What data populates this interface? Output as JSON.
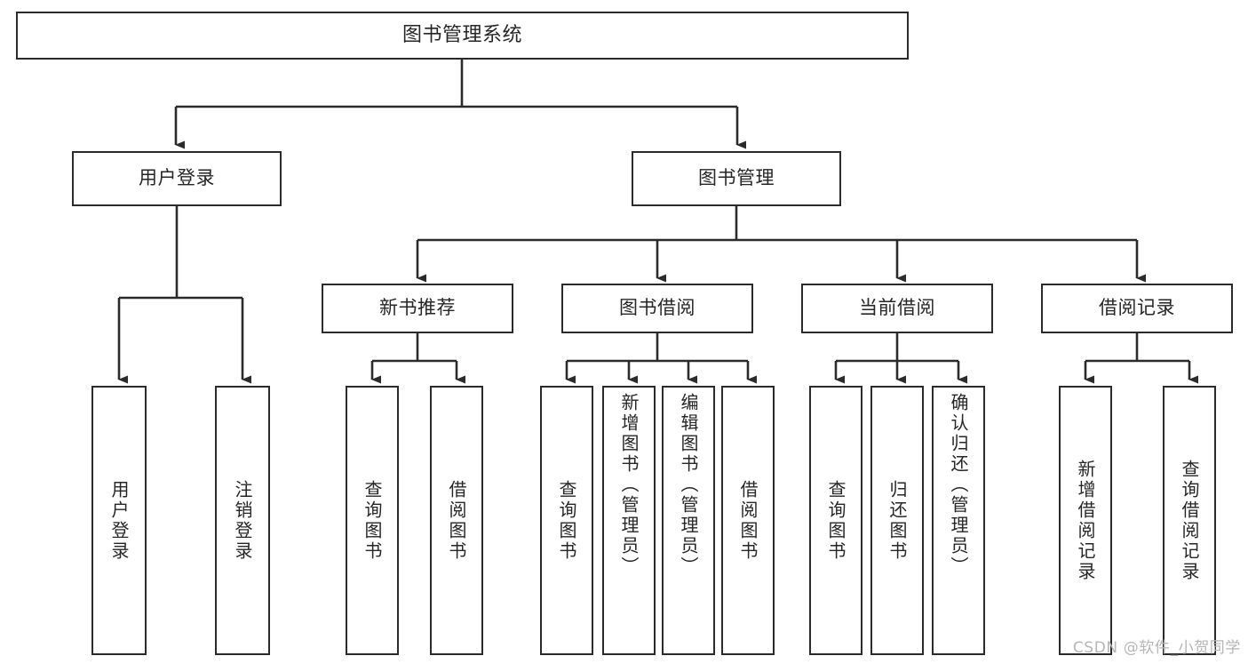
{
  "diagram": {
    "title": "图书管理系统",
    "type": "tree",
    "edge_color": "#2b2b2b",
    "box_border_color": "#2b2b2b",
    "background_color": "#ffffff",
    "text_color": "#262626",
    "watermark": "CSDN @软件_小贺同学"
  },
  "nodes": {
    "root": {
      "label": "图书管理系统",
      "level": 0
    },
    "level1": [
      {
        "id": "user-login",
        "label": "用户登录"
      },
      {
        "id": "book-management",
        "label": "图书管理"
      }
    ],
    "level2": [
      {
        "id": "new-book-recommend",
        "label": "新书推荐"
      },
      {
        "id": "book-borrow",
        "label": "图书借阅"
      },
      {
        "id": "current-borrow",
        "label": "当前借阅"
      },
      {
        "id": "borrow-record",
        "label": "借阅记录"
      }
    ],
    "leaves": {
      "user-login": [
        {
          "id": "leaf-user-login",
          "label": "用户登录"
        },
        {
          "id": "leaf-logout-login",
          "label": "注销登录"
        }
      ],
      "new-book-recommend": [
        {
          "id": "leaf-query-book-1",
          "label": "查询图书"
        },
        {
          "id": "leaf-borrow-book-1",
          "label": "借阅图书"
        }
      ],
      "book-borrow": [
        {
          "id": "leaf-query-book-2",
          "label": "查询图书"
        },
        {
          "id": "leaf-add-book",
          "label": "新增图书（管理员）"
        },
        {
          "id": "leaf-edit-book",
          "label": "编辑图书（管理员）"
        },
        {
          "id": "leaf-borrow-book-2",
          "label": "借阅图书"
        }
      ],
      "current-borrow": [
        {
          "id": "leaf-query-book-3",
          "label": "查询图书"
        },
        {
          "id": "leaf-return-book",
          "label": "归还图书"
        },
        {
          "id": "leaf-confirm-return",
          "label": "确认归还（管理员）"
        }
      ],
      "borrow-record": [
        {
          "id": "leaf-add-record",
          "label": "新增借阅记录"
        },
        {
          "id": "leaf-query-record",
          "label": "查询借阅记录"
        }
      ]
    }
  }
}
